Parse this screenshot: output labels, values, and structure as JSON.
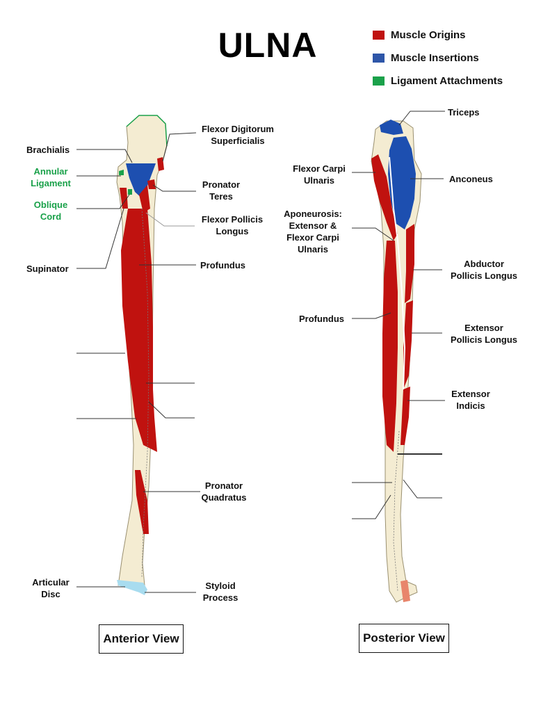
{
  "title": "ULNA",
  "legend": [
    {
      "label": "Muscle Origins",
      "color": "#c0120f"
    },
    {
      "label": "Muscle Insertions",
      "color": "#2e56a8"
    },
    {
      "label": "Ligament Attachments",
      "color": "#1aa14a"
    }
  ],
  "colors": {
    "bone": "#f4ecd2",
    "bone_outline": "#9a9070",
    "origin": "#c0120f",
    "insertion": "#1d4fb0",
    "ligament": "#1aa14a",
    "cartilage": "#a8dcef",
    "leader": "#333333"
  },
  "anterior": {
    "view_label": "Anterior View",
    "labels": {
      "brachialis": "Brachialis",
      "annular_1": "Annular",
      "annular_2": "Ligament",
      "oblique_1": "Oblique",
      "oblique_2": "Cord",
      "supinator": "Supinator",
      "articular_1": "Articular",
      "articular_2": "Disc",
      "fds_1": "Flexor Digitorum",
      "fds_2": "Superficialis",
      "pronator_teres_1": "Pronator",
      "pronator_teres_2": "Teres",
      "fpl_1": "Flexor Pollicis",
      "fpl_2": "Longus",
      "profundus": "Profundus",
      "pq_1": "Pronator",
      "pq_2": "Quadratus",
      "styloid_1": "Styloid",
      "styloid_2": "Process"
    }
  },
  "posterior": {
    "view_label": "Posterior View",
    "labels": {
      "triceps": "Triceps",
      "fcu_1": "Flexor Carpi",
      "fcu_2": "Ulnaris",
      "anconeus": "Anconeus",
      "apo_1": "Aponeurosis:",
      "apo_2": "Extensor &",
      "apo_3": "Flexor Carpi",
      "apo_4": "Ulnaris",
      "apl_1": "Abductor",
      "apl_2": "Pollicis Longus",
      "profundus": "Profundus",
      "epl_1": "Extensor",
      "epl_2": "Pollicis Longus",
      "ei_1": "Extensor",
      "ei_2": "Indicis"
    }
  }
}
